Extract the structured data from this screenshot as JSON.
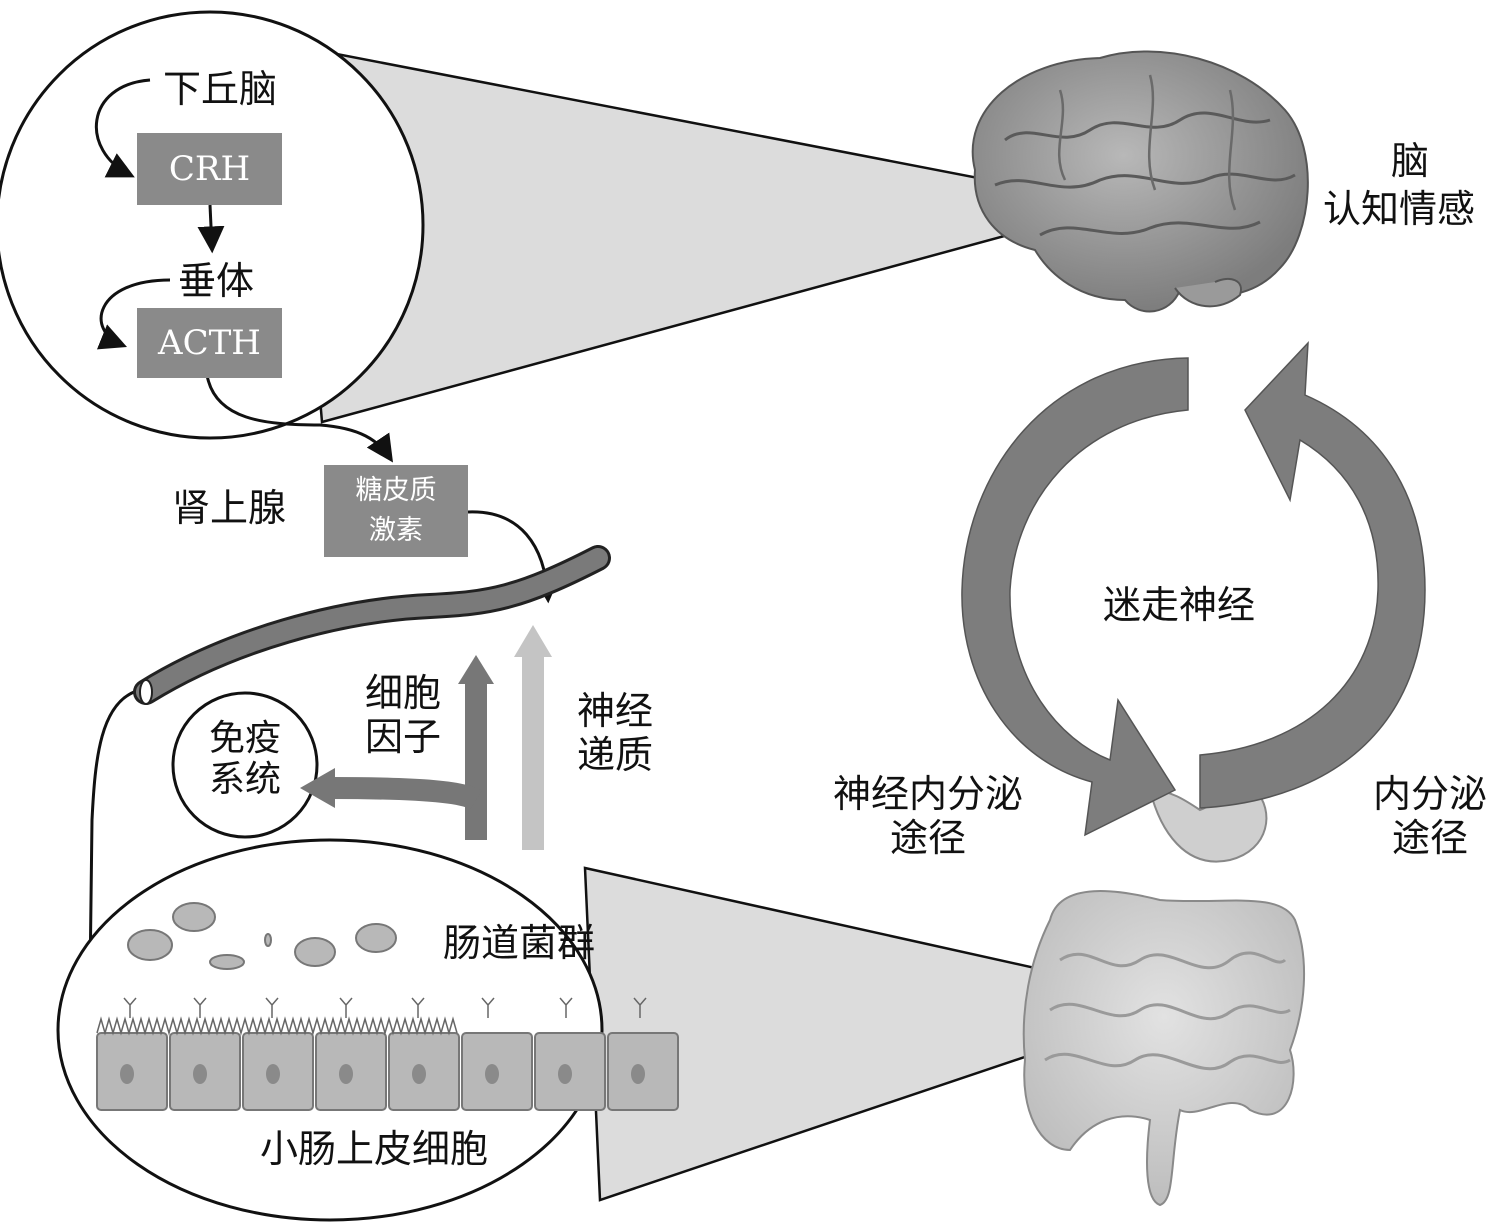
{
  "hpa": {
    "hypothalamus": "下丘脑",
    "crh": "CRH",
    "pituitary": "垂体",
    "acth": "ACTH",
    "adrenal": "肾上腺",
    "glucocorticoid_line1": "糖皮质",
    "glucocorticoid_line2": "激素"
  },
  "brain": {
    "title": "脑",
    "subtitle": "认知情感"
  },
  "cycle": {
    "center": "迷走神经",
    "left_line1": "神经内分泌",
    "left_line2": "途径",
    "right_line1": "内分泌",
    "right_line2": "途径"
  },
  "gut": {
    "cytokine_line1": "细胞",
    "cytokine_line2": "因子",
    "neuro_line1": "神经",
    "neuro_line2": "递质",
    "immune_line1": "免疫",
    "immune_line2": "系统",
    "flora": "肠道菌群",
    "epithelium": "小肠上皮细胞"
  },
  "colors": {
    "box_fill": "#8a8a8a",
    "arrow_dark": "#777777",
    "arrow_light": "#c4c4c4",
    "cone_fill": "#dcdcdc",
    "vessel": "#7a7a7a"
  }
}
